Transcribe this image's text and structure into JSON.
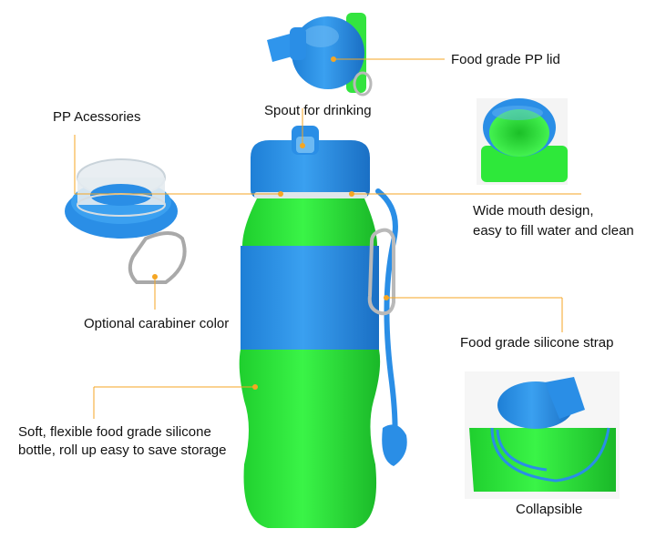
{
  "labels": {
    "lid": "Food grade PP lid",
    "spout": "Spout for drinking",
    "accessories": "PP Acessories",
    "wide_mouth_1": "Wide mouth design,",
    "wide_mouth_2": "easy to fill water and clean",
    "carabiner": "Optional carabiner color",
    "strap": "Food grade silicone strap",
    "silicone_1": "Soft, flexible food grade silicone",
    "silicone_2": "bottle, roll up easy to save storage",
    "collapsible": "Collapsible"
  },
  "colors": {
    "bottle_green": "#2ee83a",
    "silicone_blue": "#2a8ee6",
    "accent_orange": "#f5a623",
    "carabiner_silver": "#b9b9b9"
  }
}
